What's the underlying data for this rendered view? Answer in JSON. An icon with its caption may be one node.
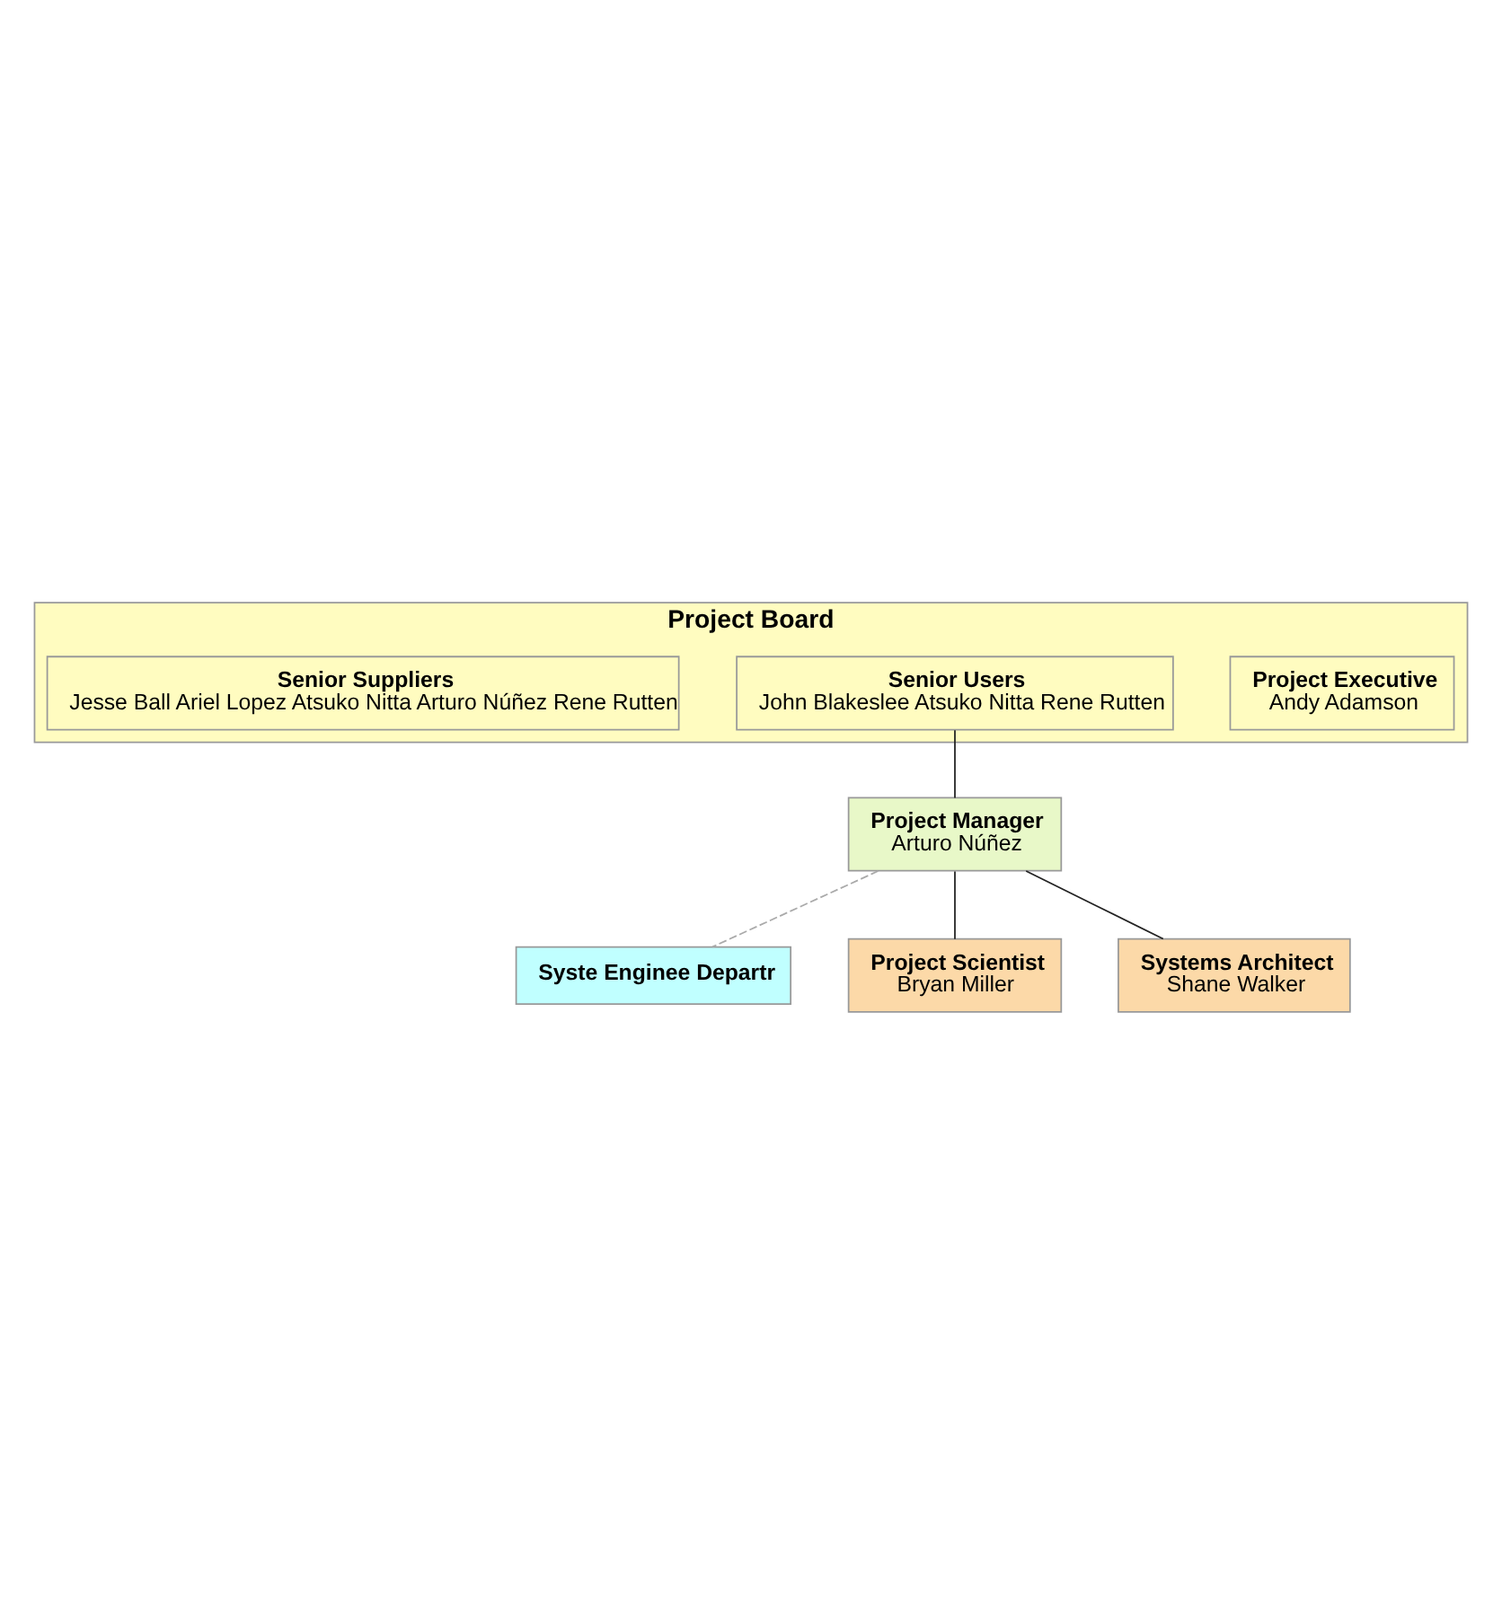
{
  "diagram": {
    "nodes": [
      {
        "text": [
          "Project Board"
        ]
      },
      {
        "text": [
          "Project Executive",
          "Andy Adamson"
        ],
        "in": 0
      },
      {
        "text": [
          "Senior Users",
          "John Blakeslee Atsuko Nitta Rene Rutten"
        ],
        "in": 0
      },
      {
        "text": [
          "Senior Suppliers",
          "Jesse Ball Ariel Lopez Atsuko Nitta Arturo Núñez Rene Rutten"
        ],
        "in": 0
      },
      {
        "text": [
          "Project Manager",
          "Arturo Núñez"
        ]
      },
      {
        "text": [
          "Syste Enginee Departr"
        ]
      },
      {
        "text": [
          "Project Scientist",
          "Bryan Miller"
        ]
      },
      {
        "text": [
          "Systems Architect",
          "Shane Walker"
        ]
      }
    ],
    "edges": [
      {
        "from": 2,
        "to": 4,
        "arrow": "none"
      },
      {
        "from": 4,
        "to": 5,
        "arrow": "none",
        "style": "dashed",
        "color": "#aaaaaa"
      },
      {
        "from": 4,
        "to": 6,
        "arrow": "none"
      },
      {
        "from": 4,
        "to": 7,
        "arrow": "none"
      }
    ]
  }
}
